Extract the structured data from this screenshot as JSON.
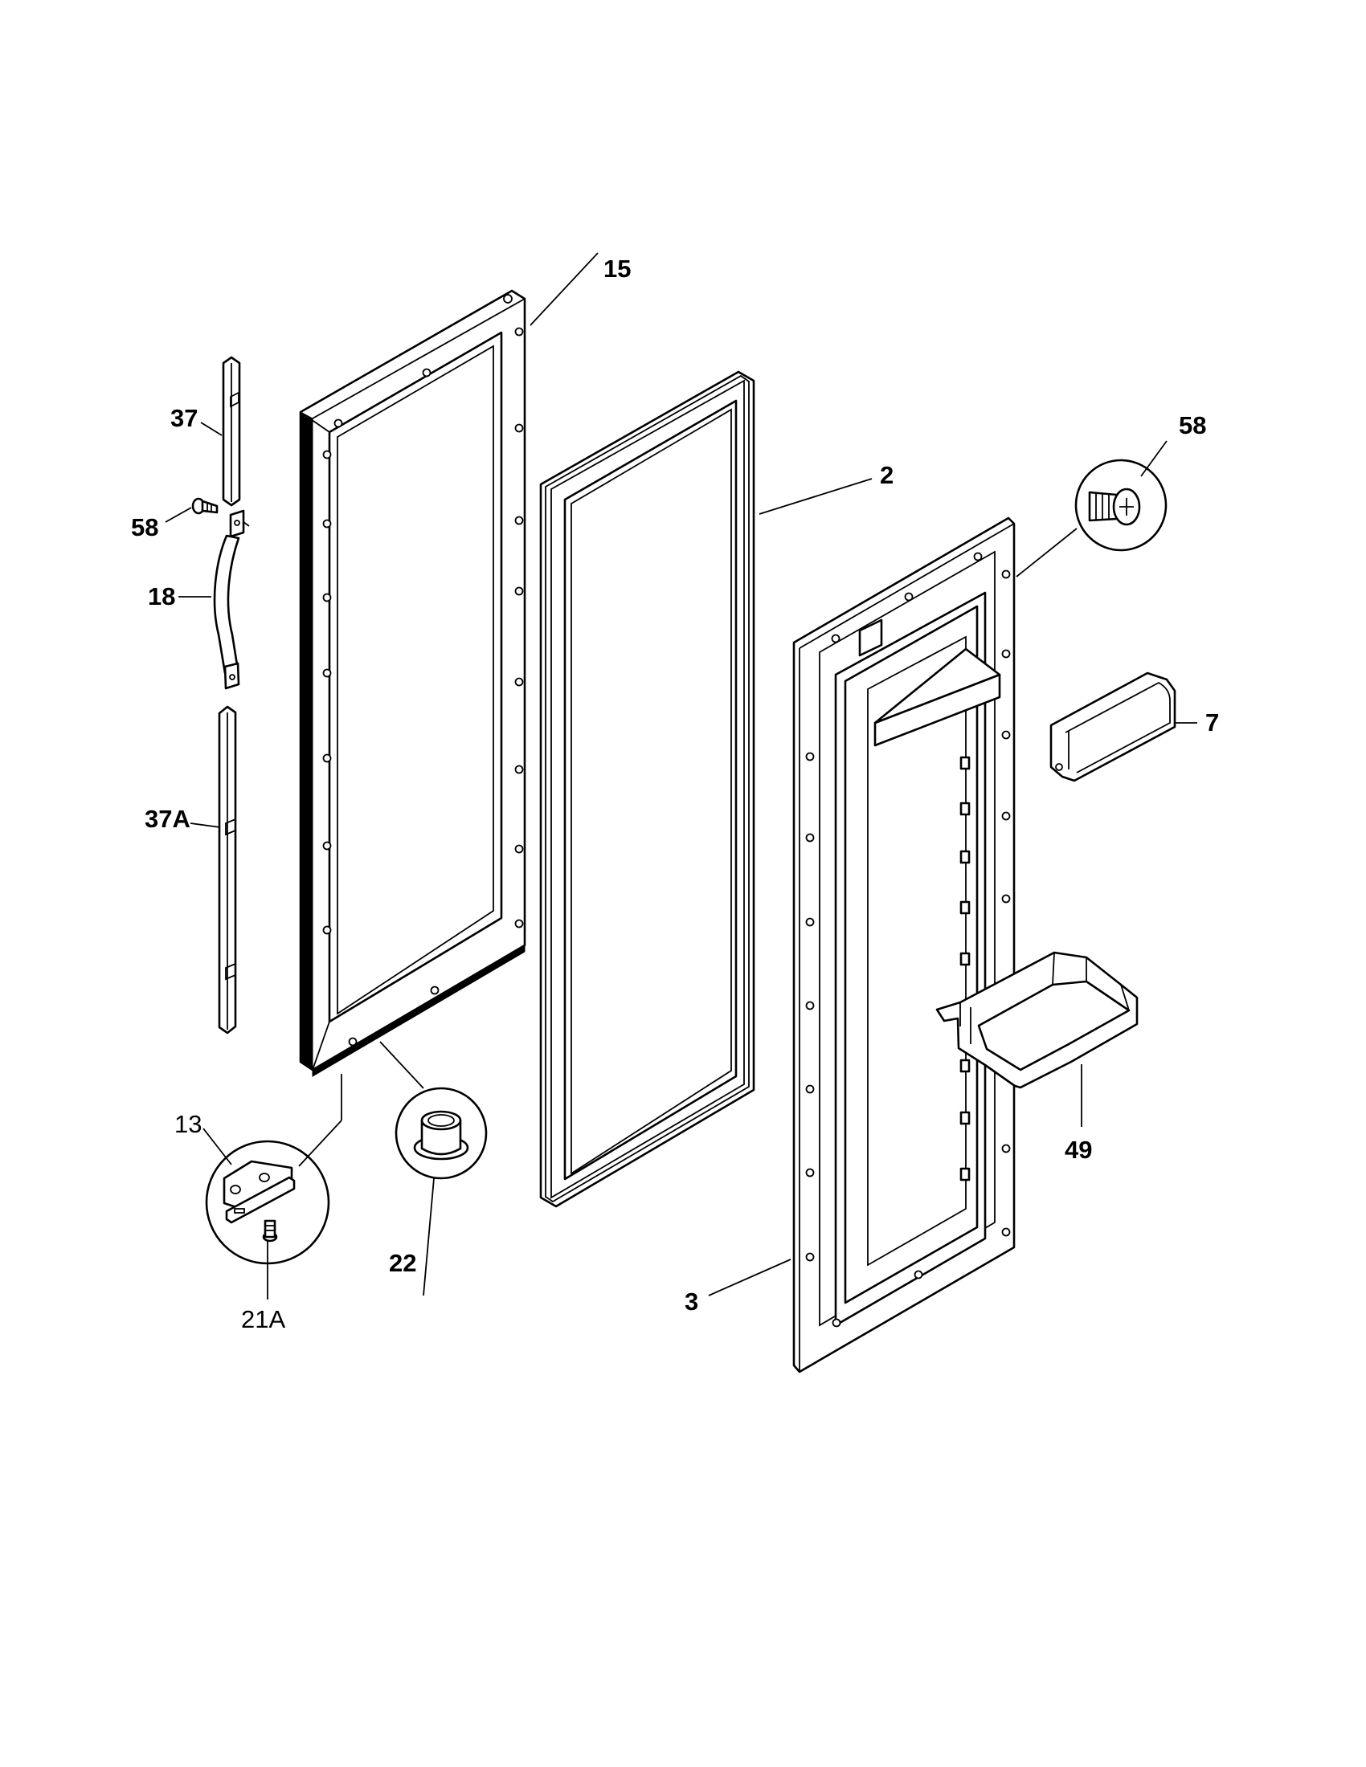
{
  "callouts": {
    "c15": "15",
    "c37": "37",
    "c58_left": "58",
    "c18": "18",
    "c37a": "37A",
    "c13": "13",
    "c21a": "21A",
    "c22": "22",
    "c2": "2",
    "c58_right": "58",
    "c7": "7",
    "c49": "49",
    "c3": "3"
  }
}
